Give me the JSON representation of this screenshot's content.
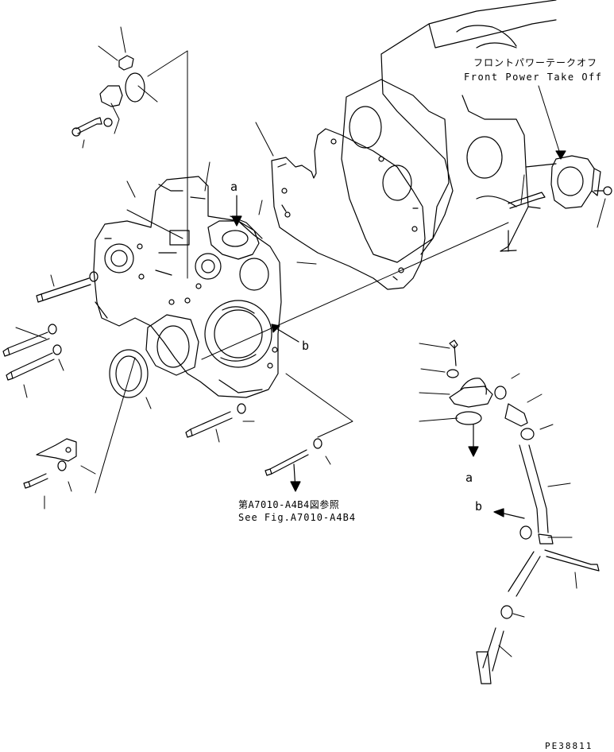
{
  "annotations": {
    "fpto_jp": "フロントパワーテークオフ",
    "fpto_en": "Front Power Take Off",
    "ref_jp": "第A7010-A4B4図参照",
    "ref_en": "See Fig.A7010-A4B4",
    "callout_a_top": "a",
    "callout_b_right": "b",
    "callout_a_bottom": "a",
    "callout_b_bottom": "b",
    "figure_code": "PE38811"
  },
  "colors": {
    "line": "#000000",
    "background": "#ffffff"
  }
}
